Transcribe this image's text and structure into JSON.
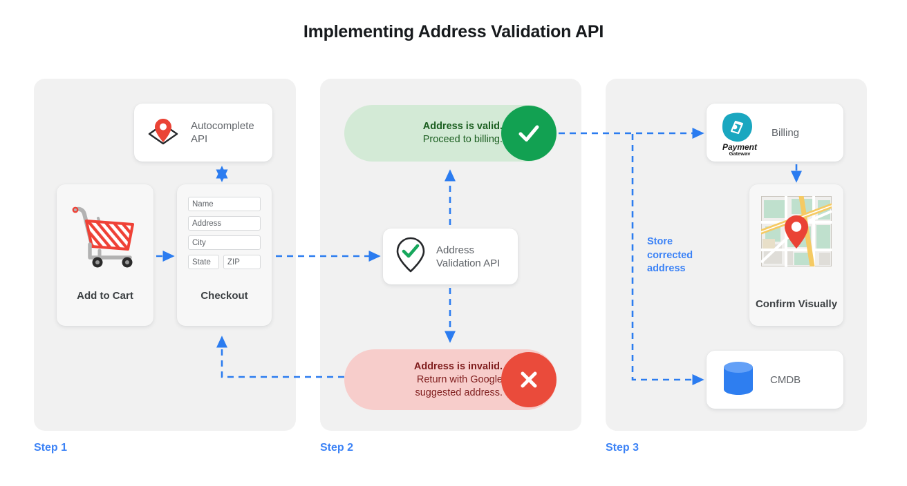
{
  "title": "Implementing Address Validation API",
  "colors": {
    "accent_blue": "#3b82f6",
    "panel_bg": "#f1f1f1",
    "valid_bg": "#d3ead6",
    "valid_badge": "#12a152",
    "invalid_bg": "#f7cdcb",
    "invalid_badge": "#ea4b3b",
    "pin_red": "#ea4335",
    "cmdb_blue": "#2e7ef0",
    "payment_teal": "#1aa7c0"
  },
  "steps": [
    {
      "label": "Step 1"
    },
    {
      "label": "Step 2"
    },
    {
      "label": "Step 3"
    }
  ],
  "step1": {
    "autocomplete": {
      "label": "Autocomplete API",
      "icon": "map-pin-diamond-icon"
    },
    "cart": {
      "caption": "Add to Cart",
      "icon": "shopping-cart-icon"
    },
    "checkout": {
      "caption": "Checkout",
      "fields": [
        "Name",
        "Address",
        "City",
        "State",
        "ZIP"
      ]
    }
  },
  "step2": {
    "valid": {
      "title": "Address is valid.",
      "subtitle": "Proceed to billing.",
      "badge_icon": "check-icon"
    },
    "invalid": {
      "title": "Address is invalid.",
      "subtitle_line1": "Return with Google",
      "subtitle_line2": "suggested address.",
      "badge_icon": "close-icon"
    },
    "validation_api": {
      "label": "Address Validation API",
      "icon": "pin-check-icon"
    }
  },
  "step3": {
    "billing": {
      "label": "Billing",
      "logo_name": "Payment",
      "logo_sub": "Gateway",
      "icon": "payment-gateway-icon"
    },
    "map": {
      "caption": "Confirm Visually",
      "icon": "map-thumbnail-icon"
    },
    "cmdb": {
      "label": "CMDB",
      "icon": "database-cylinder-icon"
    },
    "store_label_line1": "Store",
    "store_label_line2": "corrected",
    "store_label_line3": "address"
  }
}
